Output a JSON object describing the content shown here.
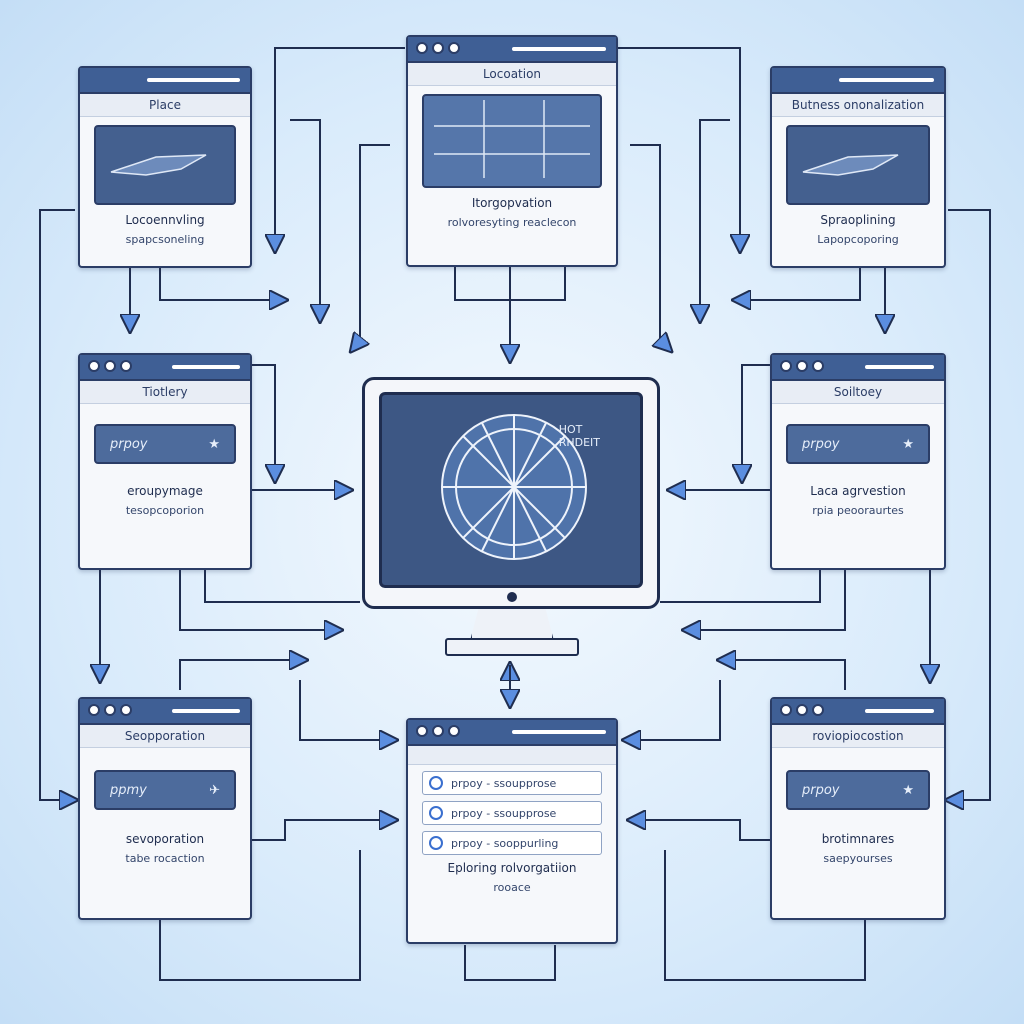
{
  "colors": {
    "accent": "#3f5f95",
    "outline": "#2b3d66",
    "background": "#d9ebfb"
  },
  "windows": {
    "top_left": {
      "title": "Place",
      "line1": "Locoennvling",
      "line2": "spapcsoneling",
      "icon": "airplane-icon"
    },
    "top_center": {
      "title": "Locoation",
      "line1": "Itorgopvation",
      "line2": "rolvoresyting reaclecon",
      "icon": "grid-icon"
    },
    "top_right": {
      "title": "Butness ononalization",
      "line1": "Spraoplining",
      "line2": "Lapopcoporing",
      "icon": "airplane-icon"
    },
    "mid_left": {
      "title": "Tiotlery",
      "banner": "prpoy",
      "line1": "eroupymage",
      "line2": "tesopcoporion",
      "icon": "star-icon"
    },
    "mid_right": {
      "title": "Soiltoey",
      "banner": "prpoy",
      "line1": "Laca agrvestion",
      "line2": "rpia peooraurtes",
      "icon": "star-icon"
    },
    "bottom_left": {
      "title": "Seopporation",
      "banner": "ppmy",
      "line1": "sevoporation",
      "line2": "tabe rocaction",
      "icon": "star-icon"
    },
    "bottom_center": {
      "items": [
        "prpoy - ssoupprose",
        "prpoy - ssoupprose",
        "prpoy - sooppurling"
      ],
      "line1": "Eploring rolvorgatiion",
      "line2": "rooace"
    },
    "bottom_right": {
      "title": "roviopiocostion",
      "banner": "prpoy",
      "line1": "brotimnares",
      "line2": "saepyourses",
      "icon": "star-icon"
    }
  },
  "monitor": {
    "label1": "HOT",
    "label2": "RHDEIT",
    "icon": "globe-icon"
  }
}
